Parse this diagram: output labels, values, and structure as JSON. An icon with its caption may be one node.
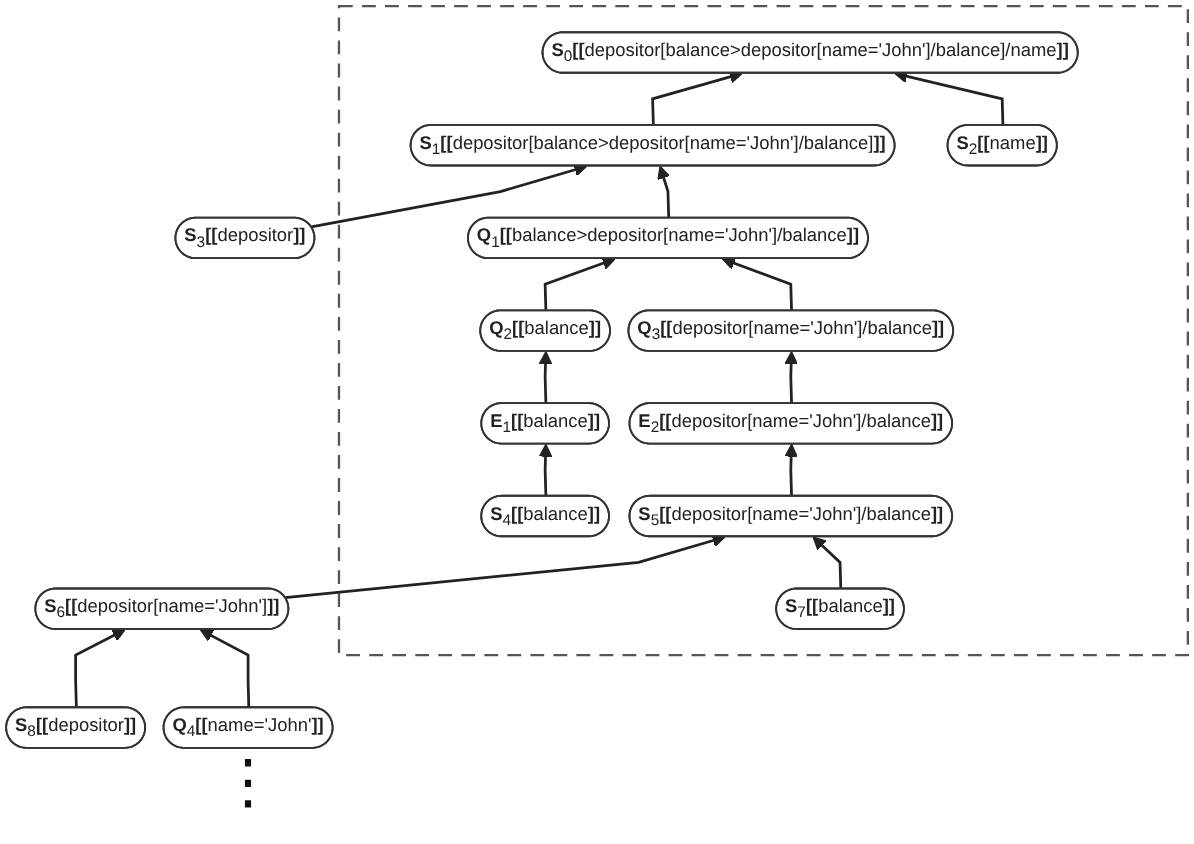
{
  "diagram": {
    "nodes": [
      {
        "text": [],
        "shape": "box"
      },
      {
        "text": [
          "**S**$_{0}$**[[**depositor[balance>depositor[name='John']/balance]/name**]]**"
        ],
        "in": 0
      },
      {
        "text": [
          "**S**$_{1}$**[[**depositor[balance>depositor[name='John']/balance]**]]**"
        ],
        "in": 0
      },
      {
        "text": [
          "**S**$_{2}$**[[**name**]]**"
        ],
        "in": 0
      },
      {
        "text": [
          "**S**$_{3}$**[[**depositor**]]**"
        ]
      },
      {
        "text": [
          "**Q**$_{1}$**[[**balance>depositor[name='John']/balance**]]**"
        ],
        "in": 0
      },
      {
        "text": [
          "**Q**$_{2}$**[[**balance**]]**"
        ],
        "in": 0
      },
      {
        "text": [
          "**Q**$_{3}$**[[**depositor[name='John']/balance**]]**"
        ],
        "in": 0
      },
      {
        "text": [
          "**E**$_{1}$**[[**balance**]]**"
        ],
        "in": 0
      },
      {
        "text": [
          "**E**$_{2}$**[[**depositor[name='John']/balance**]]**"
        ],
        "in": 0
      },
      {
        "text": [
          "**S**$_{4}$**[[**balance**]]**"
        ],
        "in": 0
      },
      {
        "text": [
          "**S**$_{5}$**[[**depositor[name='John']/balance**]]**"
        ],
        "in": 0
      },
      {
        "text": [
          "**S**$_{6}$**[[**depositor[name='John']**]]**"
        ]
      },
      {
        "text": [
          "**S**$_{7}$**[[**balance**]]**"
        ],
        "in": 0
      },
      {
        "text": [
          "**S**$_{8}$**[[**depositor**]]**"
        ]
      },
      {
        "text": [
          "**Q**$_{4}$**[[**name='John'**]]**"
        ]
      }
    ],
    "edges": [
      {
        "from": 2,
        "to": 1,
        "arrow": "to"
      },
      {
        "from": 3,
        "to": 1,
        "arrow": "to"
      },
      {
        "from": 4,
        "to": 2,
        "arrow": "to"
      },
      {
        "from": 5,
        "to": 2,
        "arrow": "to"
      },
      {
        "from": 6,
        "to": 5,
        "arrow": "to"
      },
      {
        "from": 7,
        "to": 5,
        "arrow": "to"
      },
      {
        "from": 8,
        "to": 6,
        "arrow": "to"
      },
      {
        "from": 9,
        "to": 7,
        "arrow": "to"
      },
      {
        "from": 10,
        "to": 8,
        "arrow": "to"
      },
      {
        "from": 11,
        "to": 9,
        "arrow": "to"
      },
      {
        "from": 12,
        "to": 11,
        "arrow": "to"
      },
      {
        "from": 13,
        "to": 11,
        "arrow": "to"
      },
      {
        "from": 14,
        "to": 12,
        "arrow": "to"
      },
      {
        "from": 15,
        "to": 12,
        "arrow": "to"
      }
    ],
    "labels": [
      "⋮"
    ]
  }
}
